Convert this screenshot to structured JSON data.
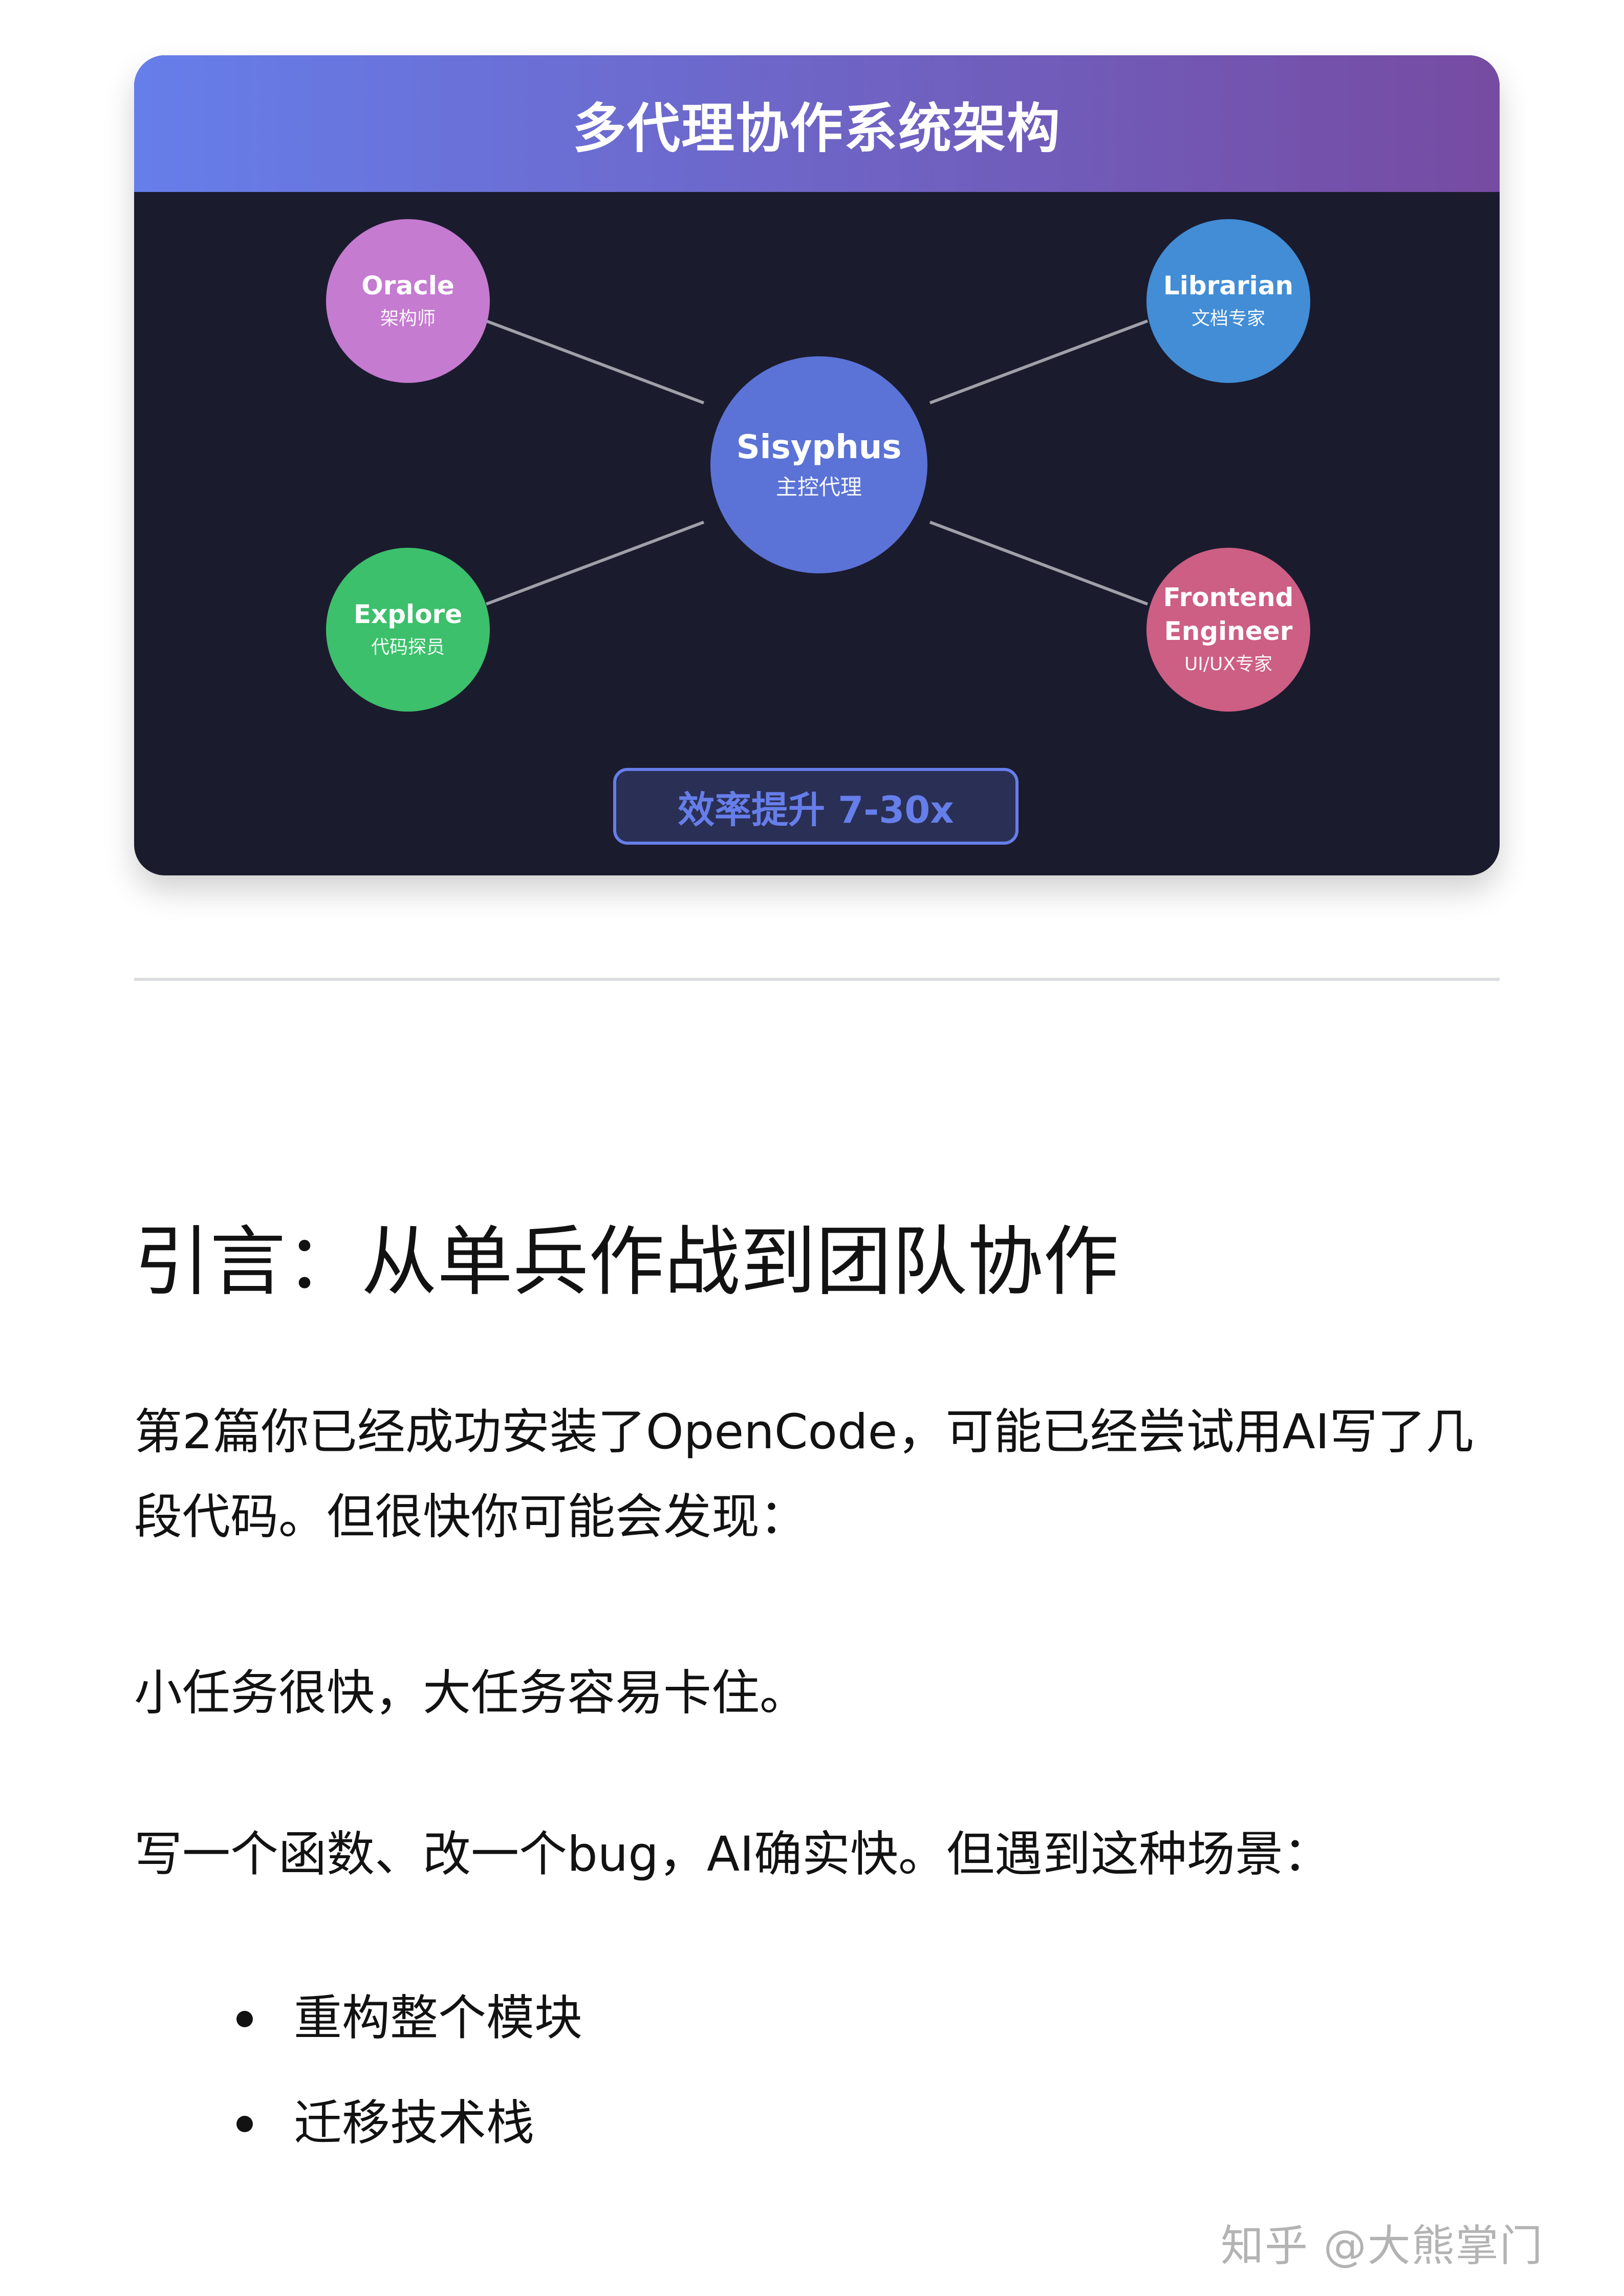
{
  "diagram": {
    "title": "多代理协作系统架构",
    "colors": {
      "header_gradient_start": "#667eea",
      "header_gradient_end": "#764ba2",
      "card_background": "#1b1b2e",
      "connector_line": "#a0a0a8",
      "badge_accent": "#667eea",
      "badge_fill": "#2a2f55"
    },
    "center": {
      "name": "Sisyphus",
      "role": "主控代理",
      "color": "#5b73d6"
    },
    "agents": [
      {
        "name": "Oracle",
        "role": "架构师",
        "color": "#c47bd0",
        "position": "top-left"
      },
      {
        "name": "Librarian",
        "role": "文档专家",
        "color": "#428dd5",
        "position": "top-right"
      },
      {
        "name": "Explore",
        "role": "代码探员",
        "color": "#3cc06b",
        "position": "bottom-left"
      },
      {
        "name": "Frontend Engineer",
        "name_line1": "Frontend",
        "name_line2": "Engineer",
        "role": "UI/UX专家",
        "color": "#cd5e84",
        "position": "bottom-right"
      }
    ],
    "badge": "效率提升 7-30x"
  },
  "article": {
    "heading": "引言：从单兵作战到团队协作",
    "paragraphs": [
      "第2篇你已经成功安装了OpenCode，可能已经尝试用AI写了几段代码。但很快你可能会发现：",
      "小任务很快，大任务容易卡住。",
      "写一个函数、改一个bug，AI确实快。但遇到这种场景："
    ],
    "bullets": [
      "重构整个模块",
      "迁移技术栈"
    ]
  },
  "watermark": "知乎 @大熊掌门"
}
